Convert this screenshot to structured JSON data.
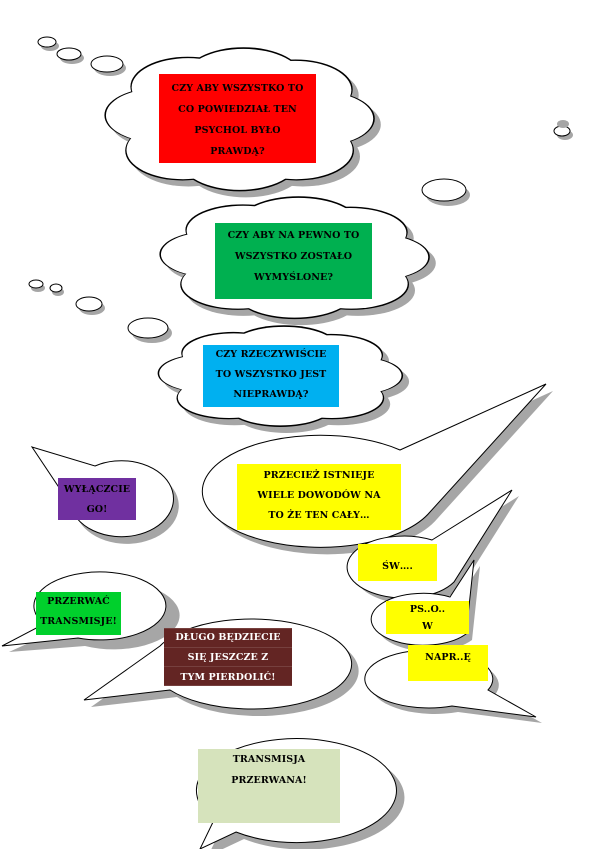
{
  "colors": {
    "red": "#ff0000",
    "green": "#00b050",
    "cyan": "#00b0f0",
    "purple": "#7030a0",
    "yellow": "#ffff00",
    "bright_green": "#00d02c",
    "maroon": "#632523",
    "sage": "#d6e3bc",
    "cloud_shadow": "#a6a6a6",
    "outline": "#000000"
  },
  "thought_bubbles": [
    {
      "text": "CZY ABY WSZYSTKO TO CO POWIEDZIAŁ TEN PSYCHOL BYŁO PRAWDĄ?"
    },
    {
      "text": "CZY ABY NA PEWNO TO WSZYSTKO ZOSTAŁO WYMYŚLONE?"
    },
    {
      "text": "CZY RZECZYWIŚCIE TO WSZYSTKO JEST NIEPRAWDĄ?"
    }
  ],
  "speech_bubbles": [
    {
      "text": "WYŁĄCZCIE GO!"
    },
    {
      "text": "PRZECIEŻ ISTNIEJE WIELE DOWODÓW NA TO ŻE TEN CAŁY…"
    },
    {
      "text": "ŚW…."
    },
    {
      "text": "PS..O.. W"
    },
    {
      "text": "NAPR..Ę"
    },
    {
      "text": "PRZERWAĆ TRANSMISJE!"
    },
    {
      "text": "DŁUGO BĘDZIECIE SIĘ JESZCZE Z TYM PIERDOLIĆ!"
    },
    {
      "text": "TRANSMISJA PRZERWANA!"
    }
  ]
}
